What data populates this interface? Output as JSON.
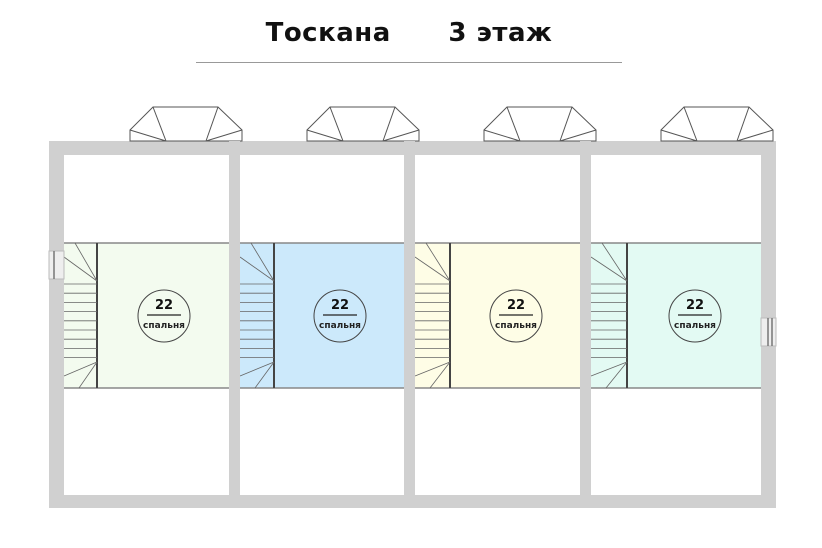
{
  "title": {
    "name": "Тоскана",
    "floor": "3 этаж"
  },
  "rooms": [
    {
      "number": "22",
      "label": "спальня",
      "color": "#f3fbef"
    },
    {
      "number": "22",
      "label": "спальня",
      "color": "#cce9fb"
    },
    {
      "number": "22",
      "label": "спальня",
      "color": "#fefde6"
    },
    {
      "number": "22",
      "label": "спальня",
      "color": "#e3faf3"
    }
  ],
  "colors": {
    "wall": "#d0d0d0",
    "line": "#555555"
  }
}
